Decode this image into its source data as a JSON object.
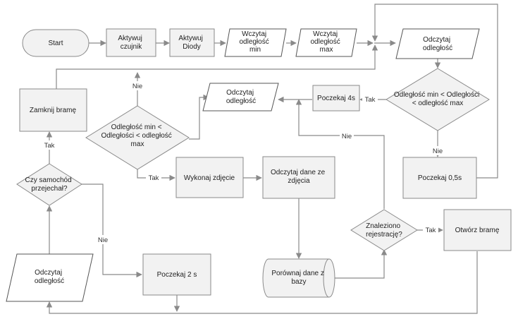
{
  "nodes": {
    "start": "Start",
    "aktywuj_czujnik": [
      "Aktywuj",
      "czujnik"
    ],
    "aktywuj_diody": [
      "Aktywuj",
      "Diody"
    ],
    "wczytaj_min": [
      "Wczytaj",
      "odległość",
      "min"
    ],
    "wczytaj_max": [
      "Wczytaj",
      "odległość",
      "max"
    ],
    "odczytaj_top": [
      "Odczytaj",
      "odległość"
    ],
    "decision_right": [
      "Odległość min < Odległości",
      "< odległość max"
    ],
    "poczekaj_4s": "Poczekaj 4s",
    "odczytaj_mid": [
      "Odczytaj",
      "odległość"
    ],
    "zamknij_brame": "Zamknij bramę",
    "decision_mid": [
      "Odległość min <",
      "Odległości < odległość",
      "max"
    ],
    "wykonaj_zdjecie": "Wykonaj zdjęcie",
    "odczytaj_dane": [
      "Odczytaj dane ze",
      "zdjęcia"
    ],
    "poczekaj_05s": "Poczekaj 0,5s",
    "czy_samochod": [
      "Czy samochód",
      "przejechał?"
    ],
    "znaleziono": [
      "Znaleziono",
      "rejestrację?"
    ],
    "otworz_brame": "Otwórz bramę",
    "odczytaj_bottom": [
      "Odczytaj",
      "odległość"
    ],
    "poczekaj_2s": "Poczekaj 2 s",
    "porownaj": [
      "Porównaj dane z",
      "bazy"
    ]
  },
  "edge_labels": {
    "tak_4s": "Tak",
    "nie_05s": "Nie",
    "nie_mid": "Nie",
    "tak_zdjecie": "Tak",
    "nie_znaleziono": "Nie",
    "tak_zamknij": "Tak",
    "nie_2s": "Nie",
    "tak_otworz": "Tak"
  }
}
